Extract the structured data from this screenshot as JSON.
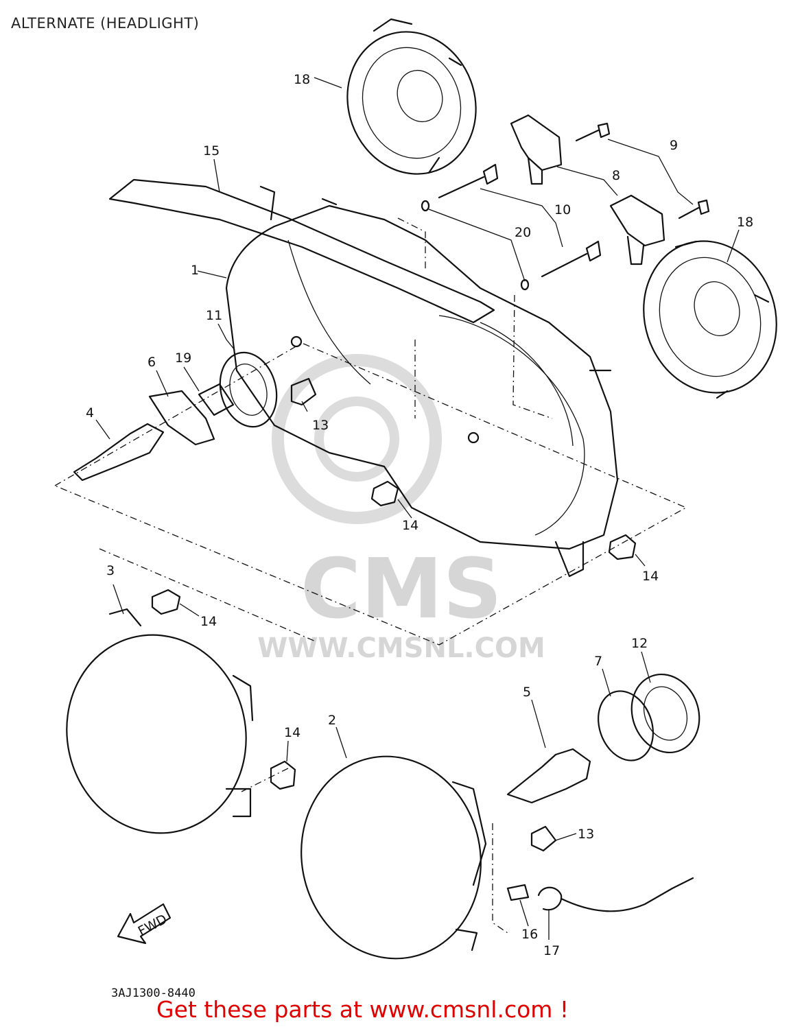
{
  "header": {
    "title": "ALTERNATE (HEADLIGHT)"
  },
  "watermark": {
    "brand": "CMS",
    "url": "WWW.CMSNL.COM"
  },
  "callouts": [
    {
      "id": "c-18a",
      "label": "18"
    },
    {
      "id": "c-15",
      "label": "15"
    },
    {
      "id": "c-9",
      "label": "9"
    },
    {
      "id": "c-8",
      "label": "8"
    },
    {
      "id": "c-10",
      "label": "10"
    },
    {
      "id": "c-18b",
      "label": "18"
    },
    {
      "id": "c-20",
      "label": "20"
    },
    {
      "id": "c-1",
      "label": "1"
    },
    {
      "id": "c-11",
      "label": "11"
    },
    {
      "id": "c-19",
      "label": "19"
    },
    {
      "id": "c-6",
      "label": "6"
    },
    {
      "id": "c-4",
      "label": "4"
    },
    {
      "id": "c-13a",
      "label": "13"
    },
    {
      "id": "c-14a",
      "label": "14"
    },
    {
      "id": "c-14b",
      "label": "14"
    },
    {
      "id": "c-3",
      "label": "3"
    },
    {
      "id": "c-14c",
      "label": "14"
    },
    {
      "id": "c-12",
      "label": "12"
    },
    {
      "id": "c-7",
      "label": "7"
    },
    {
      "id": "c-5",
      "label": "5"
    },
    {
      "id": "c-2",
      "label": "2"
    },
    {
      "id": "c-14d",
      "label": "14"
    },
    {
      "id": "c-13b",
      "label": "13"
    },
    {
      "id": "c-16",
      "label": "16"
    },
    {
      "id": "c-17",
      "label": "17"
    }
  ],
  "direction_marker": {
    "label": "FWD"
  },
  "footer": {
    "diagram_code": "3AJ1300-8440",
    "call_to_action": "Get these parts at www.cmsnl.com !"
  }
}
